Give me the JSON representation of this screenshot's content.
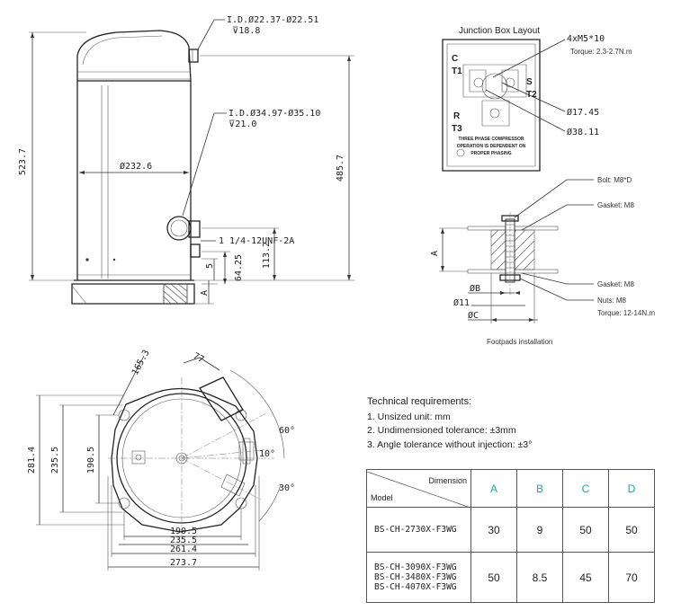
{
  "side_view": {
    "inlet_id": "I.D.Ø22.37-Ø22.51",
    "inlet_depth": "⊽18.8",
    "outlet_id": "I.D.Ø34.97-Ø35.10",
    "outlet_depth": "⊽21.0",
    "height_total": "523.7",
    "height_inlet": "485.7",
    "shell_diameter": "Ø232.6",
    "thread": "1 1/4-12UNF-2A",
    "h_port": "113.2",
    "h_base": "64.25",
    "h_five": "5",
    "label_a": "A"
  },
  "junction_box": {
    "title": "Junction Box Layout",
    "screw": "4xM5*10",
    "torque": "Torque: 2.3-2.7N.m",
    "dia_small": "Ø17.45",
    "dia_large": "Ø38.11",
    "term_c": "C",
    "term_t1": "T1",
    "term_s": "S",
    "term_t2": "T2",
    "term_r": "R",
    "term_t3": "T3",
    "note1": "THREE PHASE COMPRESSOR",
    "note2": "OPERATION IS DEPENDENT ON",
    "note3": "PROPER PHASING"
  },
  "footpad": {
    "bolt": "Bolt: M8*D",
    "gasket_top": "Gasket: M8",
    "gasket_bottom": "Gasket: M8",
    "nuts": "Nuts: M8",
    "torque": "Torque: 12-14N.m",
    "dim_b": "ØB",
    "dim_11": "Ø11",
    "dim_c": "ØC",
    "dim_a": "A",
    "caption": "Footpads installation"
  },
  "bottom_view": {
    "d1653": "165.3",
    "d77": "77",
    "d2814": "281.4",
    "d2355v": "235.5",
    "d1905v": "190.5",
    "a60": "60°",
    "a10": "10°",
    "a30": "30°",
    "d1905h": "190.5",
    "d2355h": "235.5",
    "d2614": "261.4",
    "d2737": "273.7"
  },
  "tech": {
    "heading": "Technical requirements:",
    "items": [
      "1.  Unsized unit: mm",
      "2.  Undimensioned tolerance: ±3mm",
      "3.  Angle tolerance without injection: ±3°"
    ]
  },
  "table": {
    "header_dim": "Dimension",
    "header_model": "Model",
    "columns": [
      "A",
      "B",
      "C",
      "D"
    ],
    "rows": [
      {
        "models": [
          "BS-CH-2730X-F3WG"
        ],
        "values": [
          "30",
          "9",
          "50",
          "50"
        ]
      },
      {
        "models": [
          "BS-CH-3090X-F3WG",
          "BS-CH-3480X-F3WG",
          "BS-CH-4070X-F3WG"
        ],
        "values": [
          "50",
          "8.5",
          "45",
          "70"
        ]
      }
    ]
  }
}
